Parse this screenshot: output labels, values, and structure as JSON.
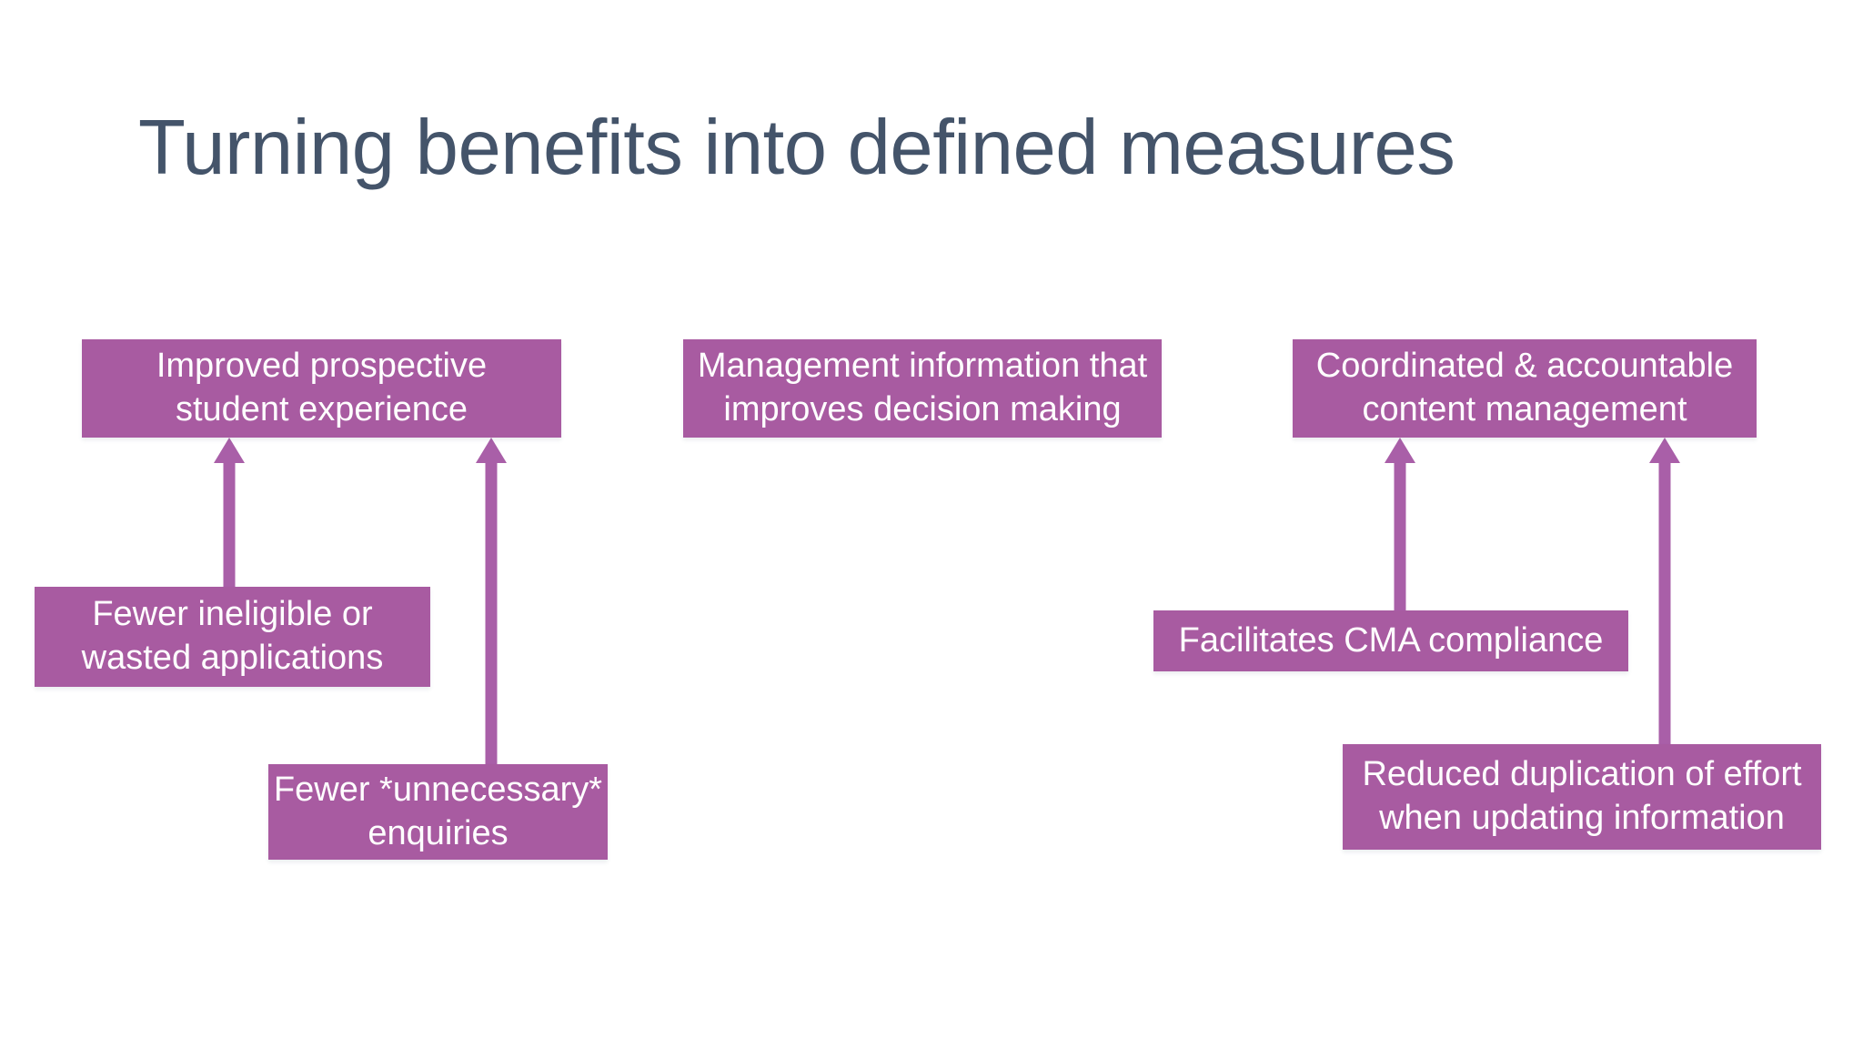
{
  "slide": {
    "title": "Turning benefits into defined measures"
  },
  "colors": {
    "background": "#ffffff",
    "title_text": "#44546a",
    "box_fill": "#a85ba1",
    "box_text": "#ffffff",
    "arrow_fill": "#a95fa8"
  },
  "diagram": {
    "top_benefits": [
      {
        "id": "improved-student-experience",
        "label": "Improved prospective\nstudent experience"
      },
      {
        "id": "management-information",
        "label": "Management information that\nimproves decision making"
      },
      {
        "id": "coordinated-content-management",
        "label": "Coordinated & accountable\ncontent management"
      }
    ],
    "sub_benefits": [
      {
        "id": "fewer-ineligible-applications",
        "label": "Fewer ineligible or\nwasted applications",
        "points_to": "improved-student-experience"
      },
      {
        "id": "fewer-unnecessary-enquiries",
        "label": "Fewer *unnecessary*\nenquiries",
        "points_to": "improved-student-experience"
      },
      {
        "id": "facilitates-cma-compliance",
        "label": "Facilitates CMA compliance",
        "points_to": "coordinated-content-management"
      },
      {
        "id": "reduced-duplication-of-effort",
        "label": "Reduced duplication of effort\nwhen updating information",
        "points_to": "coordinated-content-management"
      }
    ]
  }
}
